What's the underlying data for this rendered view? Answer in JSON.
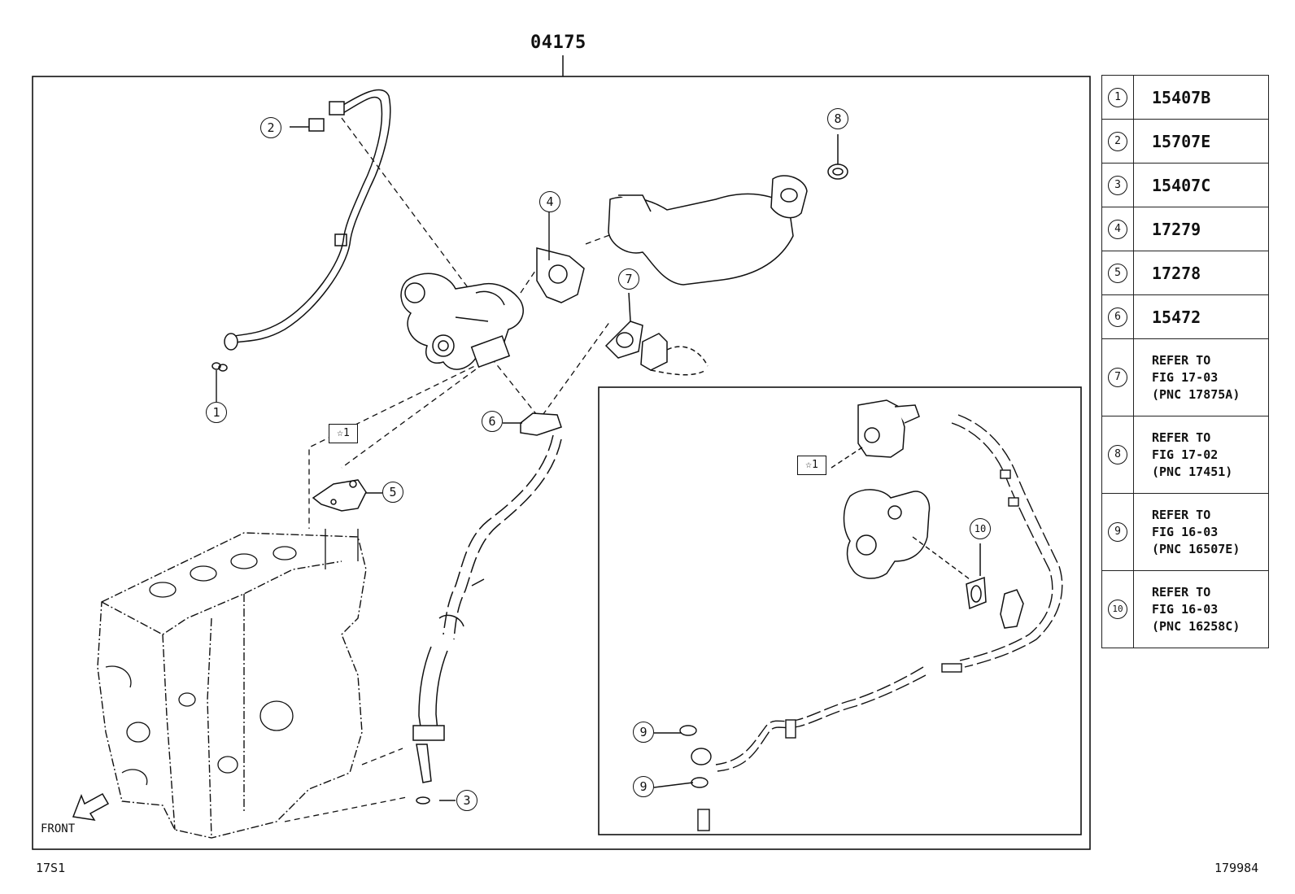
{
  "diagram": {
    "title": "04175",
    "footer_left": "17S1",
    "footer_right": "179984",
    "front_label": "FRONT",
    "star_label": "☆1",
    "callouts": [
      {
        "id": "c1",
        "label": "1"
      },
      {
        "id": "c2",
        "label": "2"
      },
      {
        "id": "c3",
        "label": "3"
      },
      {
        "id": "c4",
        "label": "4"
      },
      {
        "id": "c5",
        "label": "5"
      },
      {
        "id": "c6",
        "label": "6"
      },
      {
        "id": "c7",
        "label": "7"
      },
      {
        "id": "c8",
        "label": "8"
      },
      {
        "id": "c9a",
        "label": "9"
      },
      {
        "id": "c9b",
        "label": "9"
      },
      {
        "id": "c10",
        "label": "10"
      }
    ]
  },
  "legend": {
    "rows": [
      {
        "num": "1",
        "text": "15407B"
      },
      {
        "num": "2",
        "text": "15707E"
      },
      {
        "num": "3",
        "text": "15407C"
      },
      {
        "num": "4",
        "text": "17279"
      },
      {
        "num": "5",
        "text": "17278"
      },
      {
        "num": "6",
        "text": "15472"
      },
      {
        "num": "7",
        "line1": "REFER TO",
        "line2": "FIG 17-03",
        "line3": "(PNC 17875A)"
      },
      {
        "num": "8",
        "line1": "REFER TO",
        "line2": "FIG 17-02",
        "line3": "(PNC 17451)"
      },
      {
        "num": "9",
        "line1": "REFER TO",
        "line2": "FIG 16-03",
        "line3": "(PNC 16507E)"
      },
      {
        "num": "10",
        "line1": "REFER TO",
        "line2": "FIG 16-03",
        "line3": "(PNC 16258C)"
      }
    ]
  }
}
